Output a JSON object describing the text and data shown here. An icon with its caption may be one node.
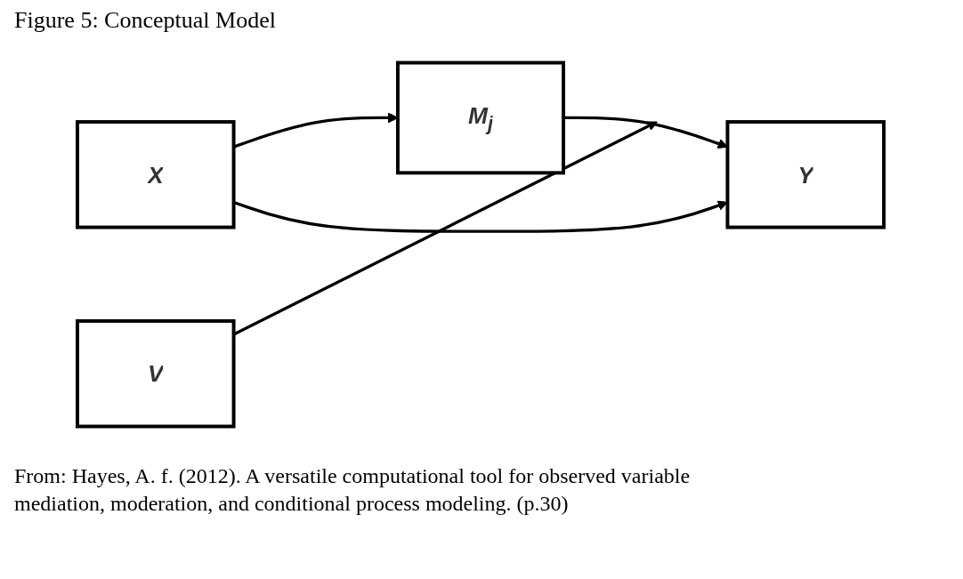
{
  "diagram": {
    "title": "Figure 5: Conceptual Model",
    "caption": "From: Hayes, A. f. (2012). A versatile computational tool for observed variable mediation, moderation, and conditional process modeling. (p.30)",
    "nodes": [
      {
        "text": [
          "X"
        ]
      },
      {
        "text": [
          "M$_{j}$"
        ]
      },
      {
        "text": [
          "Y"
        ]
      },
      {
        "text": [
          "V"
        ]
      }
    ],
    "edges": [
      {
        "from": 0,
        "to": 1,
        "arrow": "to"
      },
      {
        "from": 1,
        "to": 2,
        "arrow": "to"
      },
      {
        "from": 0,
        "to": 2,
        "arrow": "to"
      },
      {
        "from": 3,
        "to": null,
        "arrow": "to"
      }
    ]
  }
}
